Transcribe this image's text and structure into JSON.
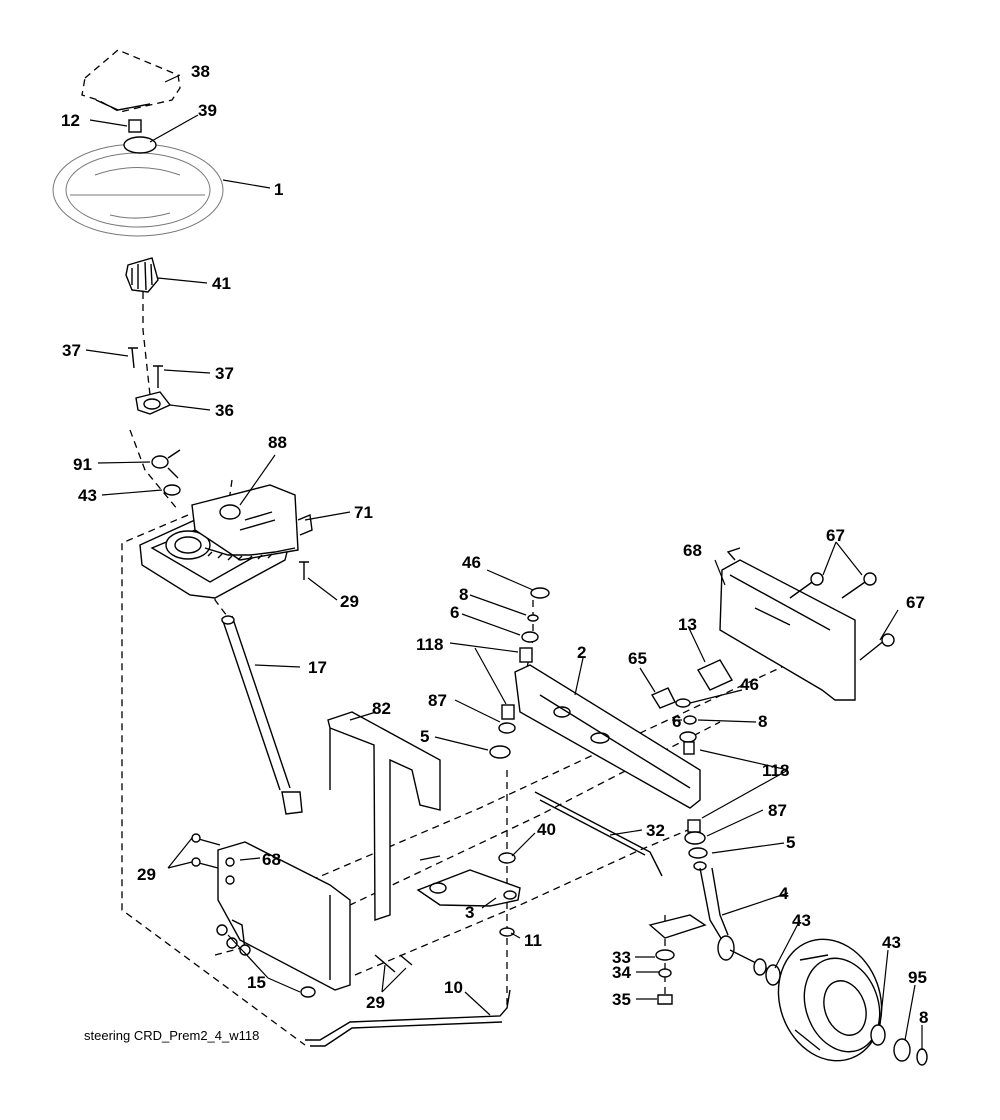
{
  "caption": "steering CRD_Prem2_4_w118",
  "callouts": {
    "c38": "38",
    "c12": "12",
    "c39": "39",
    "c1": "1",
    "c41": "41",
    "c37a": "37",
    "c37b": "37",
    "c36": "36",
    "c91": "91",
    "c88": "88",
    "c43a": "43",
    "c71": "71",
    "c29a": "29",
    "c17": "17",
    "c46a": "46",
    "c8a": "8",
    "c6a": "6",
    "c118a": "118",
    "c87a": "87",
    "c5a": "5",
    "c2": "2",
    "c65": "65",
    "c13": "13",
    "c68a": "68",
    "c67a": "67",
    "c67b": "67",
    "c46b": "46",
    "c6b": "6",
    "c8b": "8",
    "c118b": "118",
    "c87b": "87",
    "c5b": "5",
    "c82": "82",
    "c40": "40",
    "c32": "32",
    "c29b": "29",
    "c68b": "68",
    "c3": "3",
    "c11": "11",
    "c4": "4",
    "c43b": "43",
    "c43c": "43",
    "c33": "33",
    "c34": "34",
    "c35": "35",
    "c95": "95",
    "c8c": "8",
    "c15": "15",
    "c29c": "29",
    "c10": "10"
  }
}
